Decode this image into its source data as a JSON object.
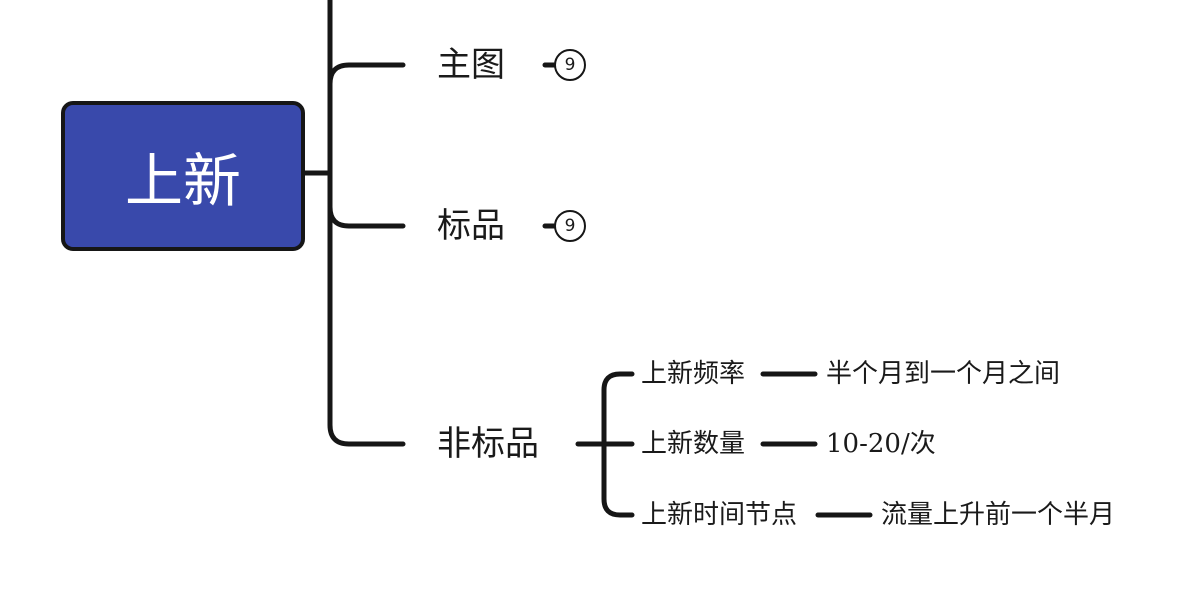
{
  "mindmap": {
    "root": {
      "label": "上新",
      "color": "#3949ab"
    },
    "branches": [
      {
        "label": "主图",
        "badge": "9"
      },
      {
        "label": "标品",
        "badge": "9"
      },
      {
        "label": "非标品",
        "children": [
          {
            "label": "上新频率",
            "value": "半个月到一个月之间"
          },
          {
            "label": "上新数量",
            "value": "10-20/次"
          },
          {
            "label": "上新时间节点",
            "value": "流量上升前一个半月"
          }
        ]
      }
    ],
    "line_color": "#161616"
  }
}
